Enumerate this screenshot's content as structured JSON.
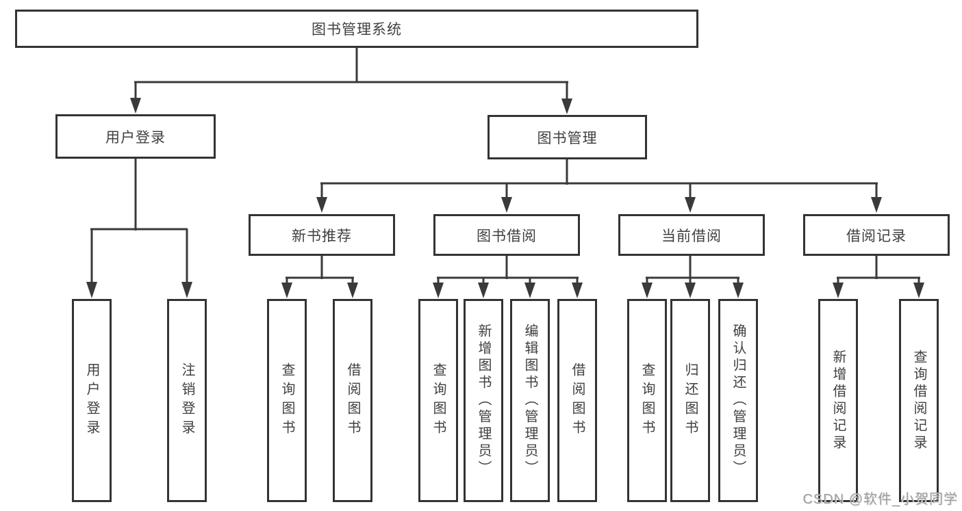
{
  "diagram": {
    "title": "图书管理系统",
    "root": {
      "label": "图书管理系统"
    },
    "user_login": {
      "label": "用户登录",
      "children": [
        {
          "label": "用户登录"
        },
        {
          "label": "注销登录"
        }
      ]
    },
    "book_mgmt": {
      "label": "图书管理"
    },
    "new_book": {
      "label": "新书推荐",
      "children": [
        {
          "label": "查询图书"
        },
        {
          "label": "借阅图书"
        }
      ]
    },
    "book_borrow": {
      "label": "图书借阅",
      "children": [
        {
          "label": "查询图书"
        },
        {
          "label": "新增图书（管理员）"
        },
        {
          "label": "编辑图书（管理员）"
        },
        {
          "label": "借阅图书"
        }
      ]
    },
    "current_borrow": {
      "label": "当前借阅",
      "children": [
        {
          "label": "查询图书"
        },
        {
          "label": "归还图书"
        },
        {
          "label": "确认归还（管理员）"
        }
      ]
    },
    "borrow_records": {
      "label": "借阅记录",
      "children": [
        {
          "label": "新增借阅记录"
        },
        {
          "label": "查询借阅记录"
        }
      ]
    }
  },
  "watermark": {
    "text": "CSDN @软件_小贺同学"
  },
  "colors": {
    "line": "#3a3a3a",
    "border": "#333333",
    "text": "#404040",
    "watermark": "#a0a0a0",
    "background": "#ffffff"
  }
}
